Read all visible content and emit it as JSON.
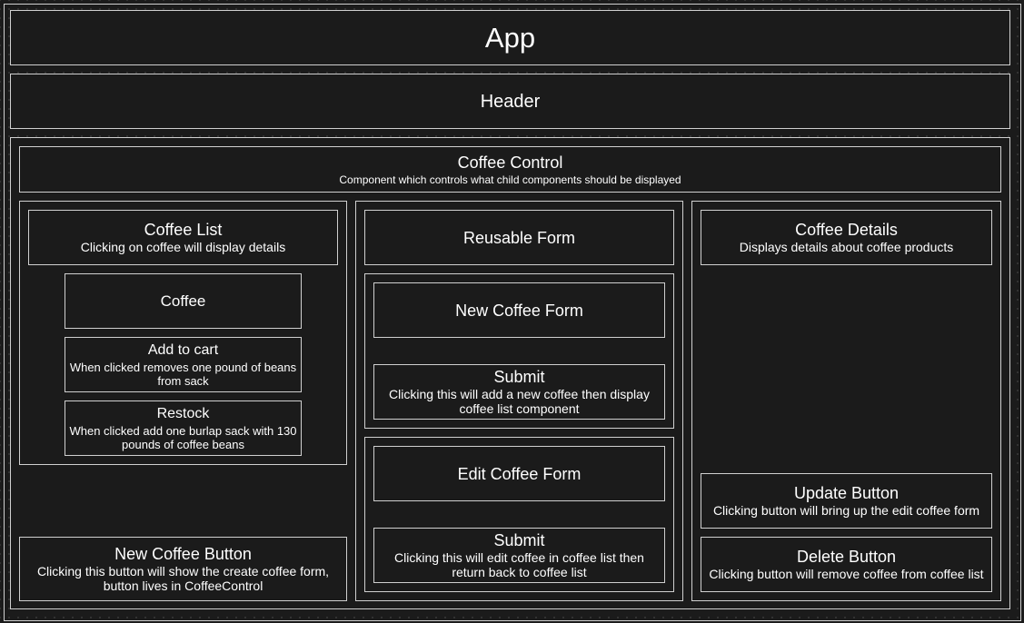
{
  "app": {
    "title": "App"
  },
  "header": {
    "title": "Header"
  },
  "coffee_control": {
    "title": "Coffee Control",
    "description": "Component which controls what child components should be displayed"
  },
  "left": {
    "coffee_list": {
      "title": "Coffee List",
      "description": "Clicking on coffee will display details"
    },
    "coffee": {
      "title": "Coffee"
    },
    "add_to_cart": {
      "title": "Add to cart",
      "description": "When clicked removes one pound of beans from sack"
    },
    "restock": {
      "title": "Restock",
      "description": "When clicked add one burlap sack with 130 pounds of coffee beans"
    },
    "new_coffee_button": {
      "title": "New Coffee Button",
      "description": "Clicking this button will show the create coffee form, button lives in CoffeeControl"
    }
  },
  "middle": {
    "reusable_form": {
      "title": "Reusable Form"
    },
    "new_coffee_form": {
      "title": "New Coffee Form"
    },
    "new_submit": {
      "title": "Submit",
      "description": "Clicking this will add a new coffee then display coffee list component"
    },
    "edit_coffee_form": {
      "title": "Edit Coffee Form"
    },
    "edit_submit": {
      "title": "Submit",
      "description": "Clicking this will edit coffee in coffee list then return back to coffee list"
    }
  },
  "right": {
    "coffee_details": {
      "title": "Coffee Details",
      "description": "Displays details about coffee products"
    },
    "update_button": {
      "title": "Update Button",
      "description": "Clicking button will bring up the edit coffee form"
    },
    "delete_button": {
      "title": "Delete Button",
      "description": "Clicking button will remove coffee from coffee list"
    }
  },
  "colors": {
    "background": "#1b1b1b",
    "border": "#d0d0d0",
    "text": "#ffffff",
    "grid_dot": "#3a3a3a"
  }
}
